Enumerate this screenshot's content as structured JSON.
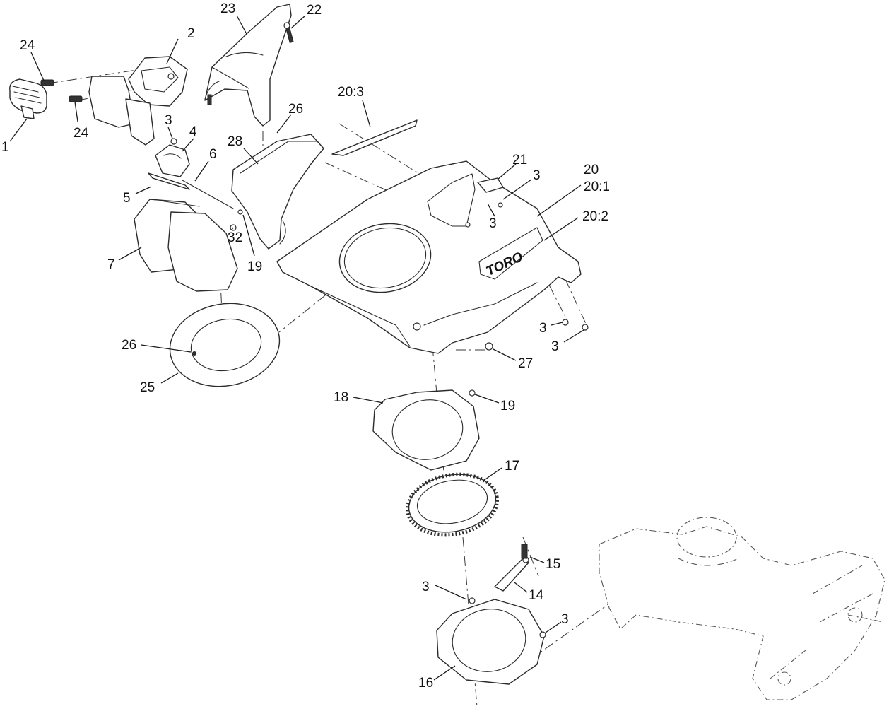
{
  "diagram": {
    "callouts": [
      {
        "id": "c1",
        "label": "1"
      },
      {
        "id": "c2",
        "label": "2"
      },
      {
        "id": "c24a",
        "label": "24"
      },
      {
        "id": "c24b",
        "label": "24"
      },
      {
        "id": "c23",
        "label": "23"
      },
      {
        "id": "c22",
        "label": "22"
      },
      {
        "id": "c3a",
        "label": "3"
      },
      {
        "id": "c4",
        "label": "4"
      },
      {
        "id": "c6",
        "label": "6"
      },
      {
        "id": "c5",
        "label": "5"
      },
      {
        "id": "c7",
        "label": "7"
      },
      {
        "id": "c28",
        "label": "28"
      },
      {
        "id": "c26a",
        "label": "26"
      },
      {
        "id": "c32",
        "label": "32"
      },
      {
        "id": "c19a",
        "label": "19"
      },
      {
        "id": "c20_3",
        "label": "20:3"
      },
      {
        "id": "c21",
        "label": "21"
      },
      {
        "id": "c3b",
        "label": "3"
      },
      {
        "id": "c3c",
        "label": "3"
      },
      {
        "id": "c20",
        "label": "20"
      },
      {
        "id": "c20_1",
        "label": "20:1"
      },
      {
        "id": "c20_2",
        "label": "20:2"
      },
      {
        "id": "c3d",
        "label": "3"
      },
      {
        "id": "c3e",
        "label": "3"
      },
      {
        "id": "c27",
        "label": "27"
      },
      {
        "id": "c26b",
        "label": "26"
      },
      {
        "id": "c25",
        "label": "25"
      },
      {
        "id": "c18",
        "label": "18"
      },
      {
        "id": "c19b",
        "label": "19"
      },
      {
        "id": "c17",
        "label": "17"
      },
      {
        "id": "c15",
        "label": "15"
      },
      {
        "id": "c14",
        "label": "14"
      },
      {
        "id": "c3f",
        "label": "3"
      },
      {
        "id": "c3g",
        "label": "3"
      },
      {
        "id": "c16",
        "label": "16"
      }
    ],
    "logo_text": "TORO"
  }
}
